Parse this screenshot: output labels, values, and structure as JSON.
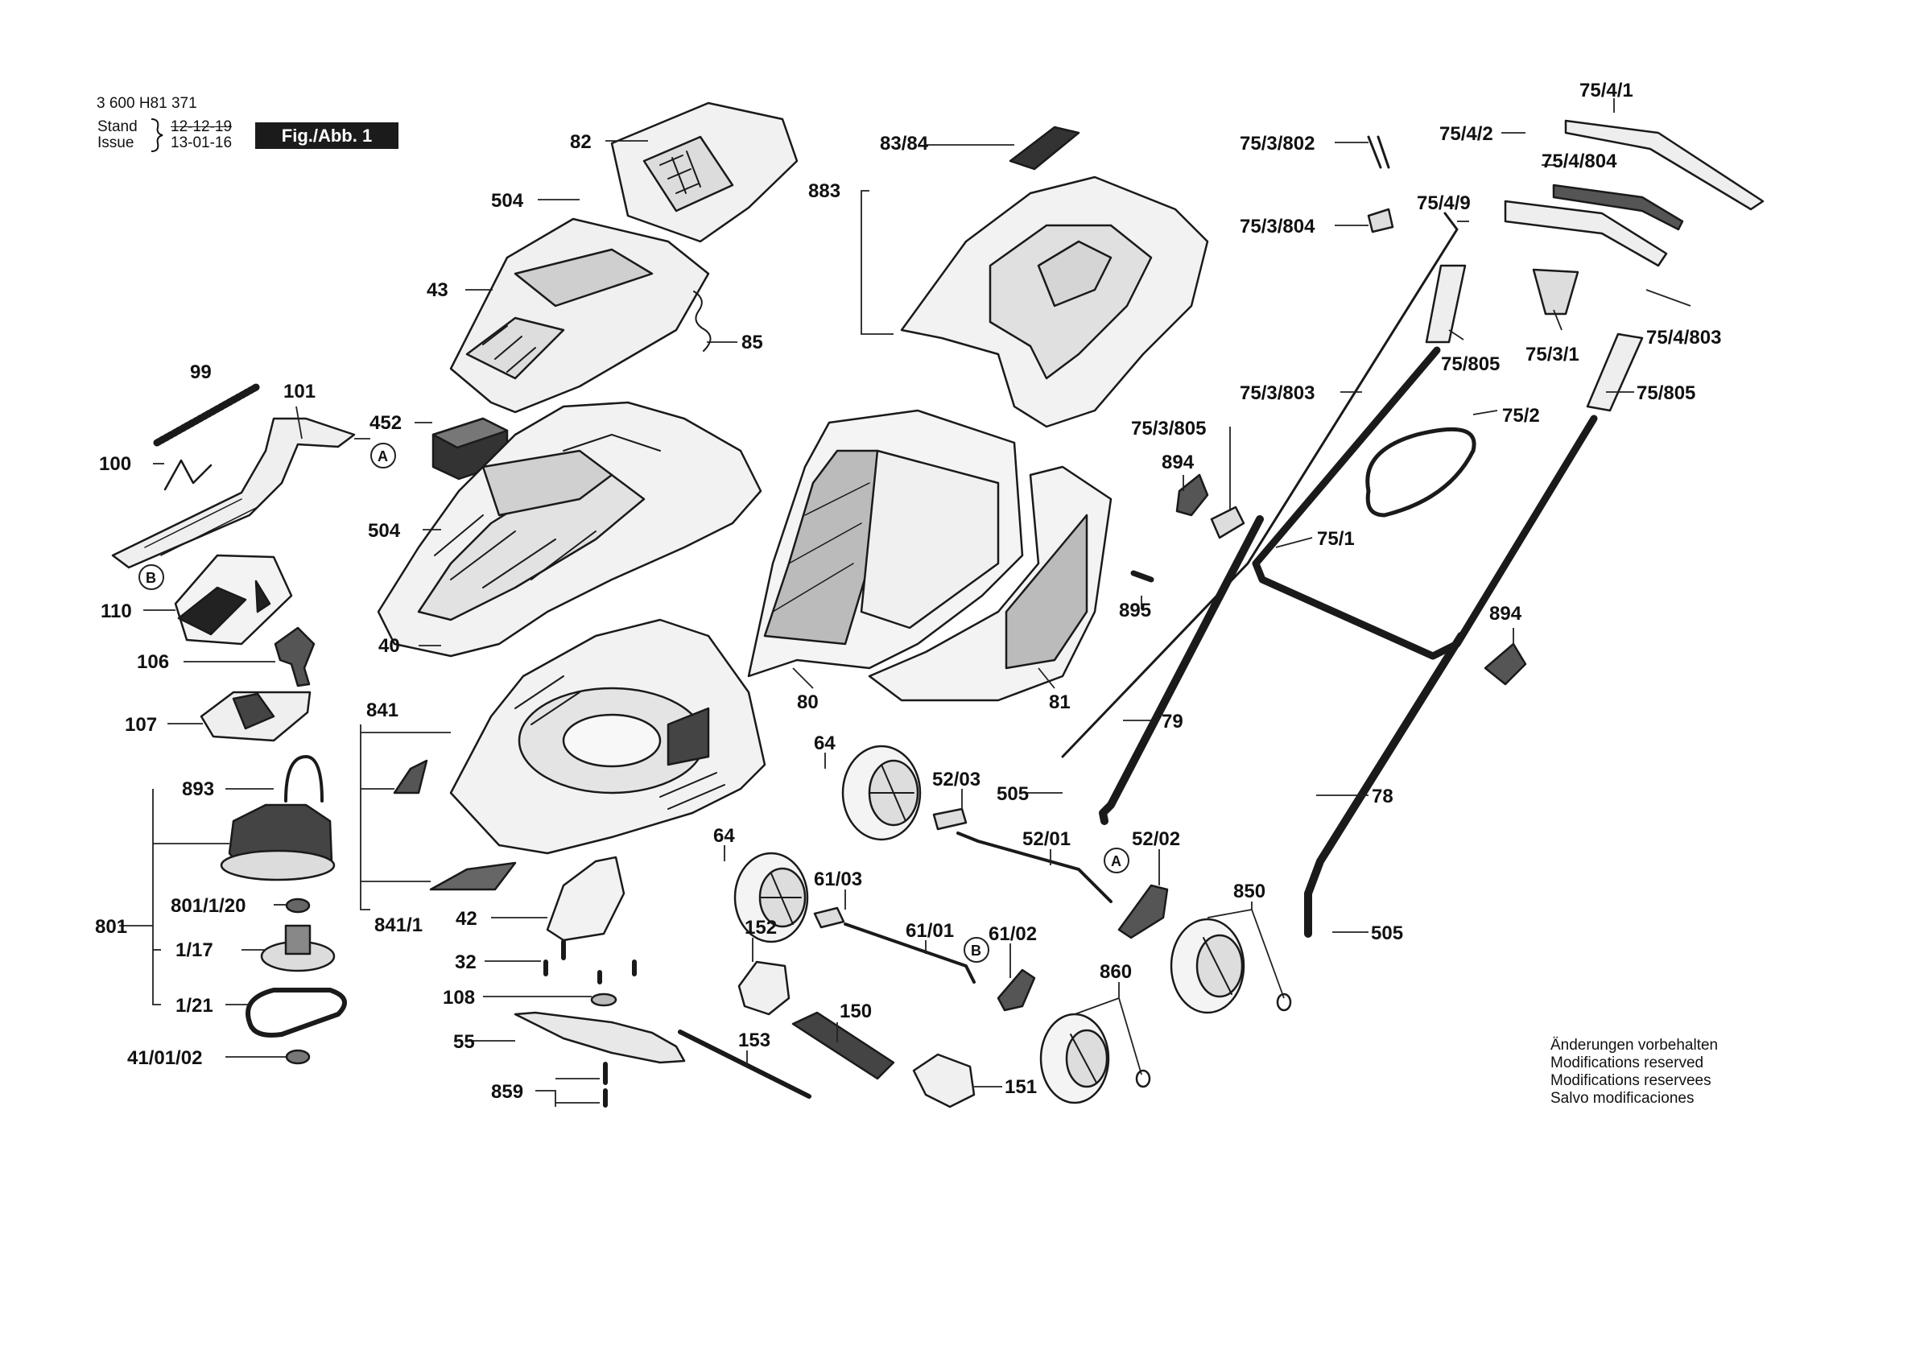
{
  "header": {
    "doc_number": "3 600 H81 371",
    "stand_label": "Stand",
    "stand_date": "12-12-19",
    "issue_label": "Issue",
    "issue_date": "13-01-16",
    "figure_label": "Fig./Abb. 1"
  },
  "notes": [
    "Änderungen vorbehalten",
    "Modifications reserved",
    "Modifications reservees",
    "Salvo modificaciones"
  ],
  "callouts": [
    "A",
    "B",
    "A",
    "B"
  ],
  "part_labels": [
    "82",
    "83/84",
    "883",
    "504",
    "43",
    "85",
    "99",
    "101",
    "100",
    "452",
    "504",
    "110",
    "40",
    "106",
    "107",
    "80",
    "81",
    "841",
    "893",
    "801/1/20",
    "801",
    "1/17",
    "1/21",
    "41/01/02",
    "841/1",
    "42",
    "32",
    "108",
    "55",
    "859",
    "152",
    "153",
    "150",
    "151",
    "64",
    "52/03",
    "64",
    "61/03",
    "61/01",
    "61/02",
    "505",
    "52/01",
    "52/02",
    "860",
    "850",
    "79",
    "78",
    "505",
    "75/3/802",
    "75/3/804",
    "75/3/803",
    "75/3/805",
    "894",
    "895",
    "75/1",
    "75/4/1",
    "75/4/2",
    "75/4/804",
    "75/4/9",
    "75/805",
    "75/3/1",
    "75/4/803",
    "75/805",
    "75/2",
    "894"
  ]
}
